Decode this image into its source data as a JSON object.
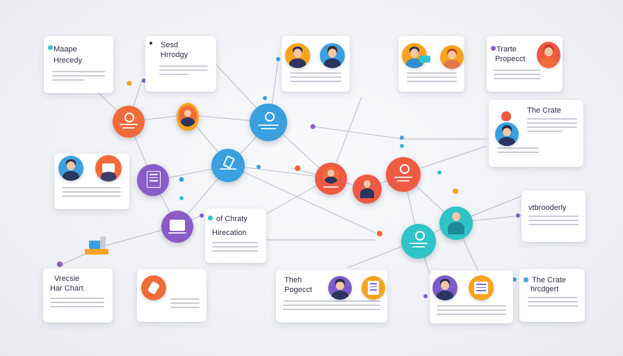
{
  "cards": {
    "c1": {
      "line1": "Maape",
      "line2": "Hrecedy"
    },
    "c2": {
      "line1": "Sesd",
      "line2": "Hrrodgy"
    },
    "c5": {
      "line1": "Trarte",
      "line2": "Propecct"
    },
    "c6": {
      "line1": "The Crate"
    },
    "c8": {
      "line1": "of Chraty",
      "line2": "Hirecation"
    },
    "c9": {
      "line1": "vtbrooderly"
    },
    "c10": {
      "line1": "Vrecsie",
      "line2": "Har Chart"
    },
    "c12": {
      "line1": "Theh",
      "line2": "Pogecct"
    },
    "c14": {
      "line1": "The Crate",
      "line2": "hrcdgert"
    }
  },
  "colors": {
    "orange": "#f26b3a",
    "blue": "#3aa0e0",
    "purple": "#8a5cc8",
    "teal": "#2ec4c8",
    "red": "#ef5a43",
    "yellow": "#f8a31e",
    "line": "#b8bcc8"
  },
  "icons": [
    "avatar-icon",
    "document-icon",
    "pencil-icon",
    "brush-icon",
    "gear-icon"
  ]
}
